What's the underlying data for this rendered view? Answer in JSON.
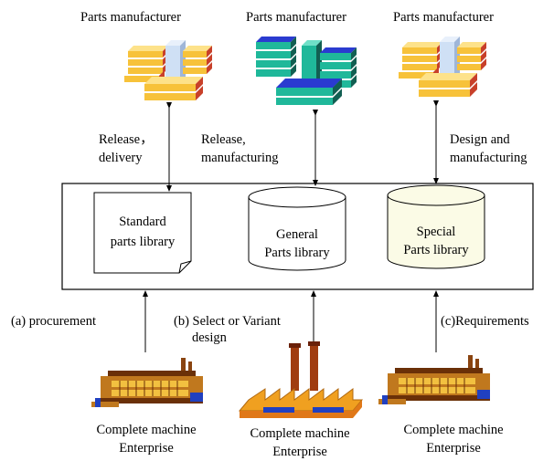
{
  "manufacturers": [
    {
      "label": "Parts manufacturer"
    },
    {
      "label": "Parts manufacturer"
    },
    {
      "label": "Parts manufacturer"
    }
  ],
  "flows": {
    "left": {
      "line1": "Release，",
      "line2": "delivery"
    },
    "middle": {
      "line1": "Release,",
      "line2": "manufacturing"
    },
    "right": {
      "line1": "Design and",
      "line2": "manufacturing"
    }
  },
  "libraries": {
    "standard": {
      "line1": "Standard",
      "line2": "parts library"
    },
    "general": {
      "line1": "General",
      "line2": "Parts library"
    },
    "special": {
      "line1": "Special",
      "line2": "Parts library"
    }
  },
  "requests": {
    "a": "(a) procurement",
    "b_line1": "(b)  Select or Variant",
    "b_line2": "design",
    "c": "(c)Requirements"
  },
  "enterprises": [
    {
      "line1": "Complete machine",
      "line2": "Enterprise"
    },
    {
      "line1": "Complete machine",
      "line2": "Enterprise"
    },
    {
      "line1": "Complete machine",
      "line2": "Enterprise"
    }
  ],
  "colors": {
    "block_yellow": "#f7c23a",
    "block_red": "#c8402a",
    "block_blue": "#2a3bd0",
    "block_teal": "#1fb89a",
    "block_light": "#cfe0f5",
    "factory_orange": "#e8a020",
    "factory_brown": "#8a4410",
    "factory_blue": "#2040c0",
    "special_fill": "#fbfbe6"
  }
}
